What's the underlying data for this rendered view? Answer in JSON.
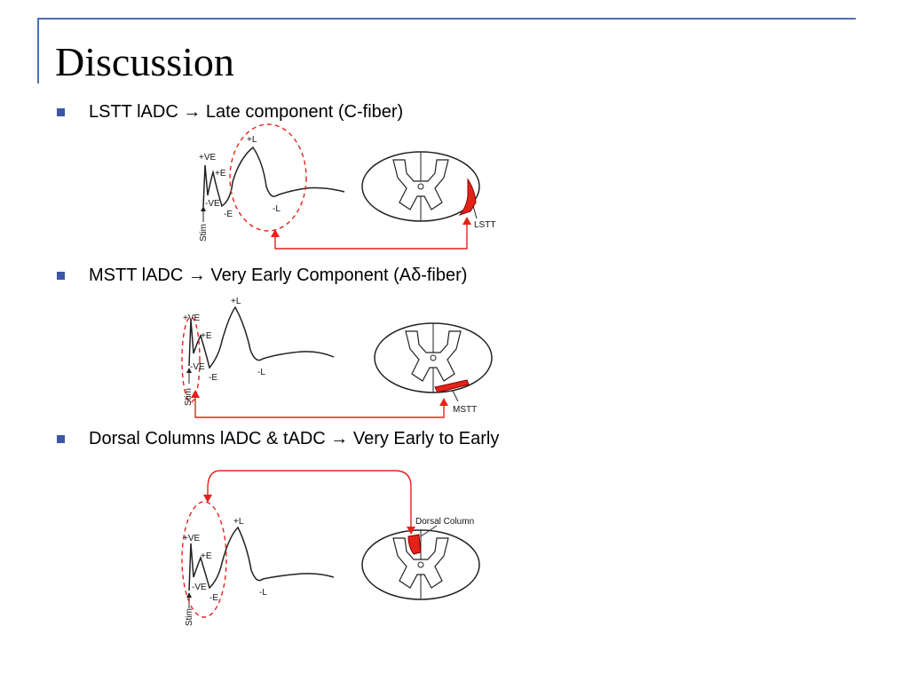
{
  "title": "Discussion",
  "bullets": [
    {
      "text": "LSTT lADC → Late component (C-fiber)"
    },
    {
      "text": "MSTT lADC → Very Early Component (Aδ-fiber)"
    },
    {
      "text": "Dorsal Columns lADC & tADC → Very Early to Early"
    }
  ],
  "waveform_labels": {
    "plus_ve": "+VE",
    "plus_e": "+E",
    "plus_l": "+L",
    "minus_ve": "-VE",
    "minus_e": "-E",
    "minus_l": "-L",
    "stim": "Stim"
  },
  "tract_labels": {
    "lstt": "LSTT",
    "mstt": "MSTT",
    "dorsal_column": "Dorsal Column"
  },
  "colors": {
    "accent_line": "#4a6fb5",
    "bullet": "#3b57a8",
    "highlight": "#e2231a"
  }
}
